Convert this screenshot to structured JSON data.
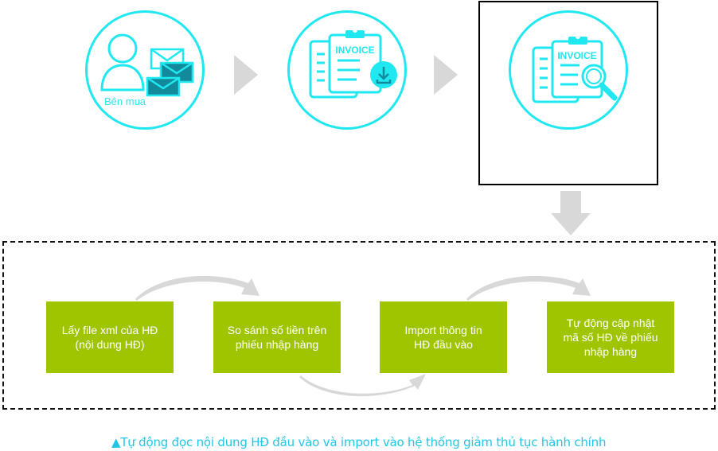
{
  "diagram": {
    "top_flow": [
      {
        "id": "buyer",
        "label": "Bên mua",
        "icon": "user-with-envelopes-icon"
      },
      {
        "id": "download-invoice",
        "badge_text": "INVOICE",
        "icon": "invoice-download-icon"
      },
      {
        "id": "search-invoice",
        "badge_text": "INVOICE",
        "icon": "invoice-search-icon",
        "highlighted": true
      }
    ],
    "steps": [
      {
        "label": "Lấy file xml của HĐ\n(nội dung HĐ)"
      },
      {
        "label": "So sánh số tiền trên\nphiếu nhập hàng"
      },
      {
        "label": "Import thông tin\nHĐ đầu vào"
      },
      {
        "label": "Tự động cập nhật\nmã số  HĐ về phiếu\nnhập hàng"
      }
    ],
    "caption": "▲Tự động đọc nội dung HĐ đầu vào và import vào hệ thống giảm thủ tục hành chính",
    "colors": {
      "icon_accent": "#1fe8f0",
      "envelope_dark": "#138a9c",
      "step_fill": "#9fc400",
      "arrow_gray": "#d8d8d8",
      "caption": "#1fc6e6"
    }
  }
}
